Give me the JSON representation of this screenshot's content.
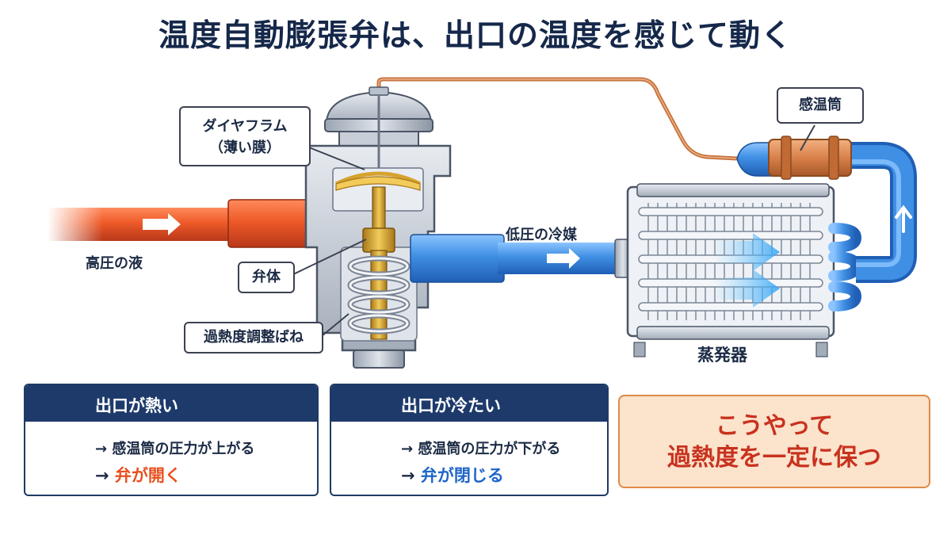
{
  "title": "温度自動膨張弁は、出口の温度を感じて動く",
  "labels": {
    "high_pressure_liquid": "高圧の液",
    "low_pressure_refrigerant": "低圧の冷媒",
    "evaporator": "蒸発器"
  },
  "callouts": {
    "diaphragm_line1": "ダイヤフラム",
    "diaphragm_line2": "（薄い膜）",
    "valve_body": "弁体",
    "superheat_spring": "過熱度調整ばね",
    "sensing_bulb": "感温筒"
  },
  "cards": [
    {
      "title": "出口が熱い",
      "line1": "→ 感温筒の圧力が上がる",
      "arrow": "→",
      "result": "弁が開く",
      "result_color": "#e8501e",
      "thermo_color": "#e8501e"
    },
    {
      "title": "出口が冷たい",
      "line1": "→ 感温筒の圧力が下がる",
      "arrow": "→",
      "result": "弁が閉じる",
      "result_color": "#1e66c8",
      "thermo_color": "#1e6fd6"
    }
  ],
  "note": {
    "line1": "こうやって",
    "line2": "過熱度を一定に保つ"
  },
  "colors": {
    "hot_pipe": "#e8501e",
    "cold_pipe": "#3d8ce0",
    "header": "#1d3a6b",
    "note_bg": "#fbe3cc",
    "note_text": "#c8321e"
  }
}
